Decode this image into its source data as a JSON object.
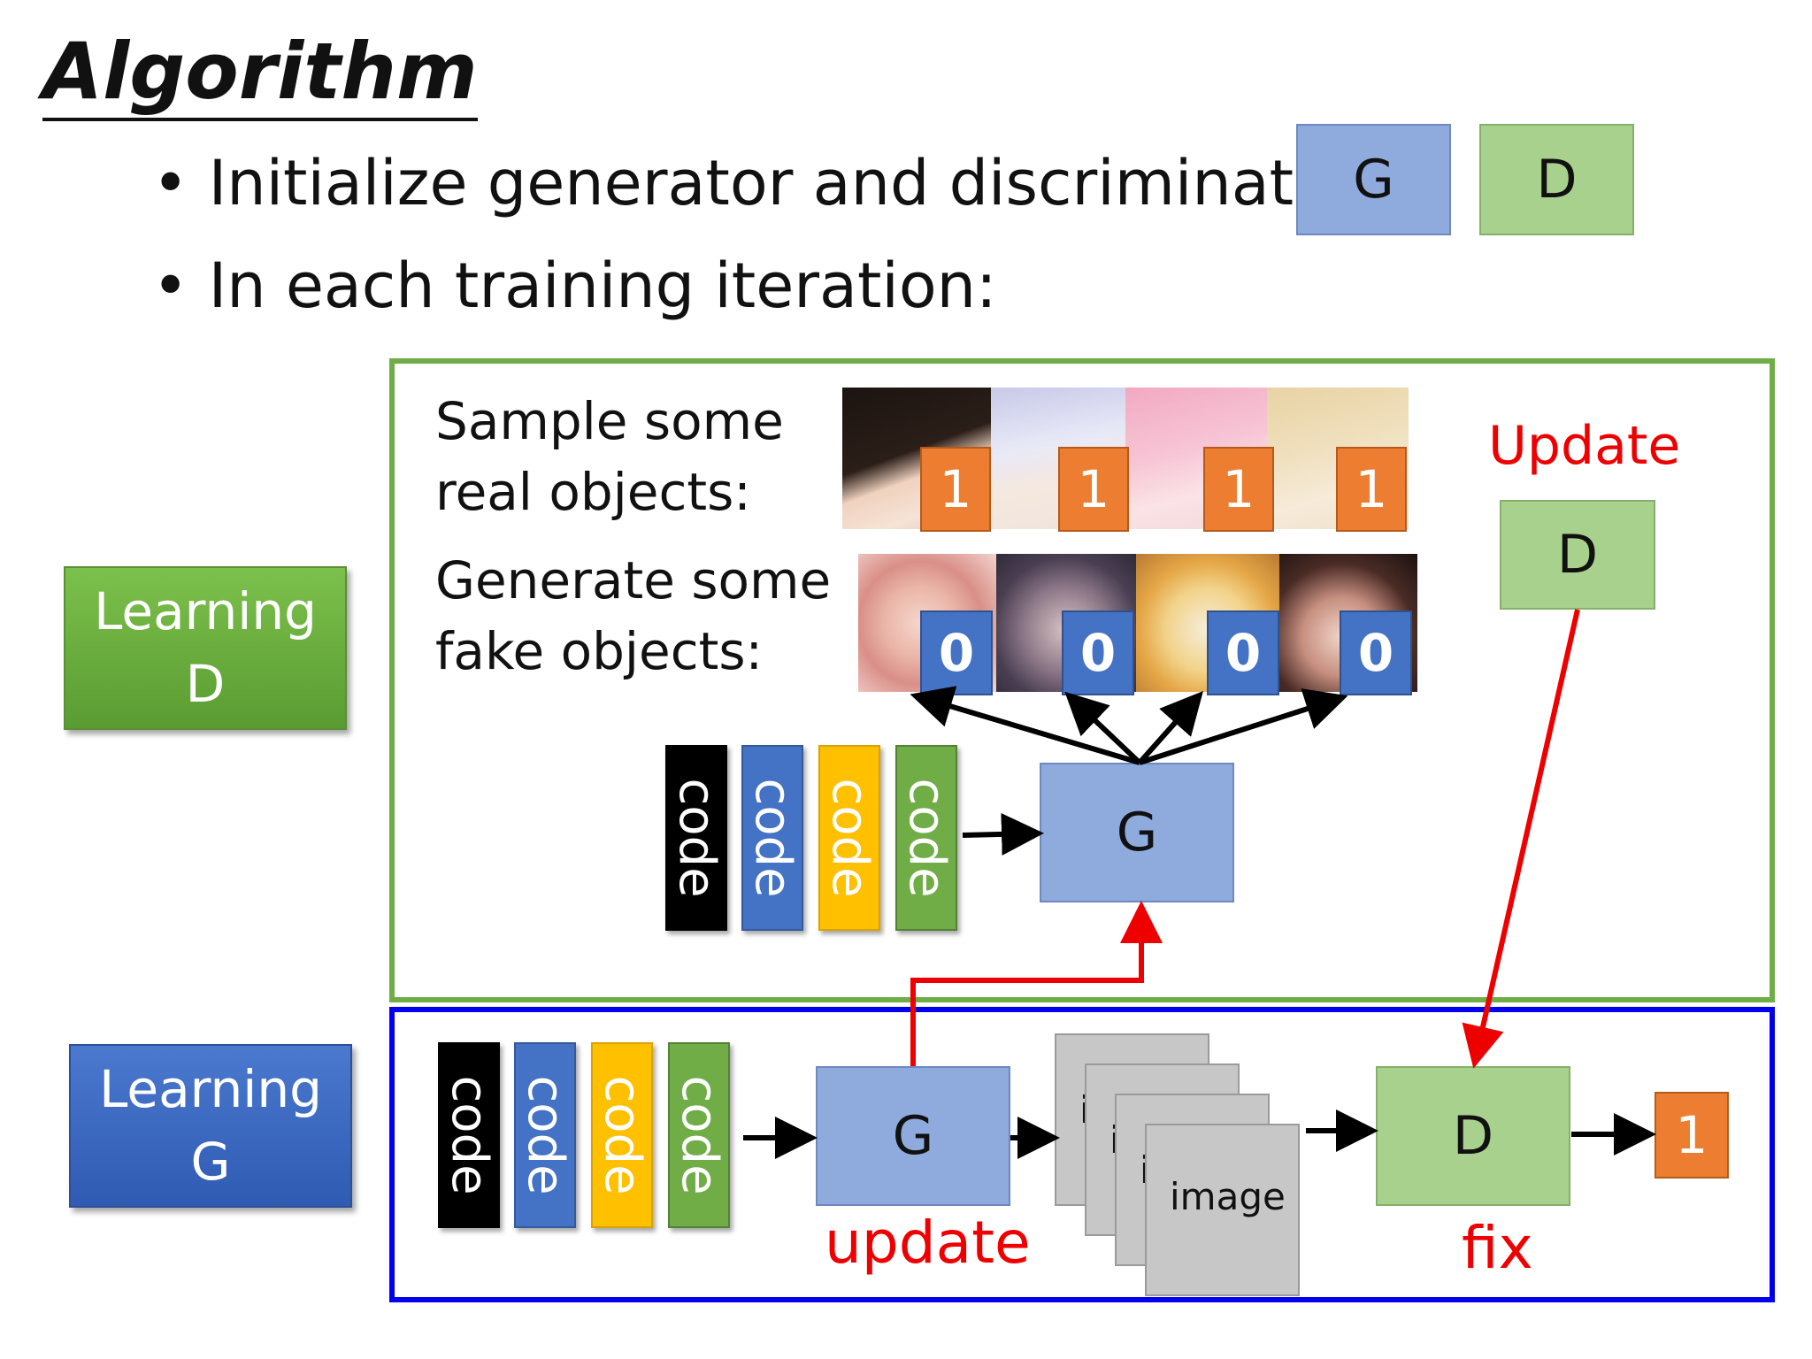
{
  "title": "Algorithm",
  "bullets": [
    "Initialize generator and discriminator",
    "In each training iteration:"
  ],
  "init_boxes": {
    "g": "G",
    "d": "D"
  },
  "sidebar": {
    "learning_d": [
      "Learning",
      "D"
    ],
    "learning_g": [
      "Learning",
      "G"
    ]
  },
  "stage_d": {
    "sample_text": [
      "Sample some",
      "real objects:"
    ],
    "generate_text": [
      "Generate some",
      "fake objects:"
    ],
    "real_labels": [
      "1",
      "1",
      "1",
      "1"
    ],
    "fake_labels": [
      "0",
      "0",
      "0",
      "0"
    ],
    "codes": [
      "code",
      "code",
      "code",
      "code"
    ],
    "generator": "G",
    "update_text": "Update",
    "discriminator": "D"
  },
  "stage_g": {
    "codes": [
      "code",
      "code",
      "code",
      "code"
    ],
    "generator": "G",
    "update_text": "update",
    "image_stub": "i",
    "image_label": "image",
    "discriminator": "D",
    "fix_text": "fix",
    "output": "1"
  },
  "colors": {
    "generator": "#8faadc",
    "discriminator": "#a9d18e",
    "frame_d": "#70ad47",
    "frame_g": "#0000ee",
    "label_real": "#ed7d31",
    "label_fake": "#4472c4",
    "arrow_update": "#ee0000"
  }
}
